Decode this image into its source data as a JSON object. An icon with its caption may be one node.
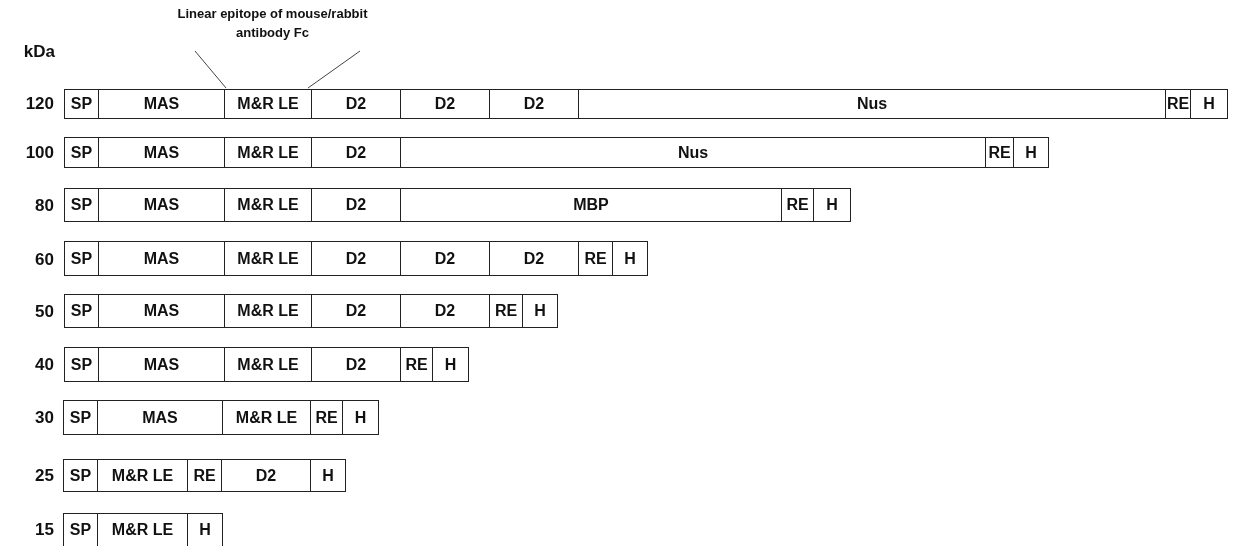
{
  "diagram": {
    "nodes": [
      {
        "text": [
          "Linear epitope of mouse/rabbit antibody Fc"
        ]
      },
      {
        "text": [
          "SP"
        ]
      },
      {
        "text": [
          "MAS"
        ]
      },
      {
        "text": [
          "M&R LE"
        ]
      },
      {
        "text": [
          "D2"
        ]
      },
      {
        "text": [
          "D2"
        ]
      },
      {
        "text": [
          "D2"
        ]
      },
      {
        "text": [
          "Nus"
        ]
      },
      {
        "text": [
          "RE"
        ]
      },
      {
        "text": [
          "H"
        ]
      },
      {
        "text": [
          "SP"
        ]
      },
      {
        "text": [
          "MAS"
        ]
      },
      {
        "text": [
          "M&R LE"
        ]
      },
      {
        "text": [
          "D2"
        ]
      },
      {
        "text": [
          "Nus"
        ]
      },
      {
        "text": [
          "RE"
        ]
      },
      {
        "text": [
          "H"
        ]
      },
      {
        "text": [
          "SP"
        ]
      },
      {
        "text": [
          "MAS"
        ]
      },
      {
        "text": [
          "M&R LE"
        ]
      },
      {
        "text": [
          "D2"
        ]
      },
      {
        "text": [
          "MBP"
        ]
      },
      {
        "text": [
          "RE"
        ]
      },
      {
        "text": [
          "H"
        ]
      },
      {
        "text": [
          "SP"
        ]
      },
      {
        "text": [
          "MAS"
        ]
      },
      {
        "text": [
          "M&R LE"
        ]
      },
      {
        "text": [
          "D2"
        ]
      },
      {
        "text": [
          "D2"
        ]
      },
      {
        "text": [
          "D2"
        ]
      },
      {
        "text": [
          "RE"
        ]
      },
      {
        "text": [
          "H"
        ]
      },
      {
        "text": [
          "SP"
        ]
      },
      {
        "text": [
          "MAS"
        ]
      },
      {
        "text": [
          "M&R LE"
        ]
      },
      {
        "text": [
          "D2"
        ]
      },
      {
        "text": [
          "D2"
        ]
      },
      {
        "text": [
          "RE"
        ]
      },
      {
        "text": [
          "H"
        ]
      },
      {
        "text": [
          "SP"
        ]
      },
      {
        "text": [
          "MAS"
        ]
      },
      {
        "text": [
          "M&R LE"
        ]
      },
      {
        "text": [
          "D2"
        ]
      },
      {
        "text": [
          "RE"
        ]
      },
      {
        "text": [
          "H"
        ]
      },
      {
        "text": [
          "SP"
        ]
      },
      {
        "text": [
          "MAS"
        ]
      },
      {
        "text": [
          "M&R LE"
        ]
      },
      {
        "text": [
          "RE"
        ]
      },
      {
        "text": [
          "H"
        ]
      },
      {
        "text": [
          "SP"
        ]
      },
      {
        "text": [
          "M&R LE"
        ]
      },
      {
        "text": [
          "RE"
        ]
      },
      {
        "text": [
          "D2"
        ]
      },
      {
        "text": [
          "H"
        ]
      },
      {
        "text": [
          "SP"
        ]
      },
      {
        "text": [
          "M&R LE"
        ]
      },
      {
        "text": [
          "H"
        ]
      }
    ],
    "edges": [
      {
        "from": 0,
        "to": 3,
        "arrow": "none"
      },
      {
        "from": 0,
        "to": 3,
        "arrow": "none"
      }
    ],
    "labels": [
      "kDa",
      "120",
      "100",
      "80",
      "60",
      "50",
      "40",
      "30",
      "25",
      "15"
    ]
  }
}
